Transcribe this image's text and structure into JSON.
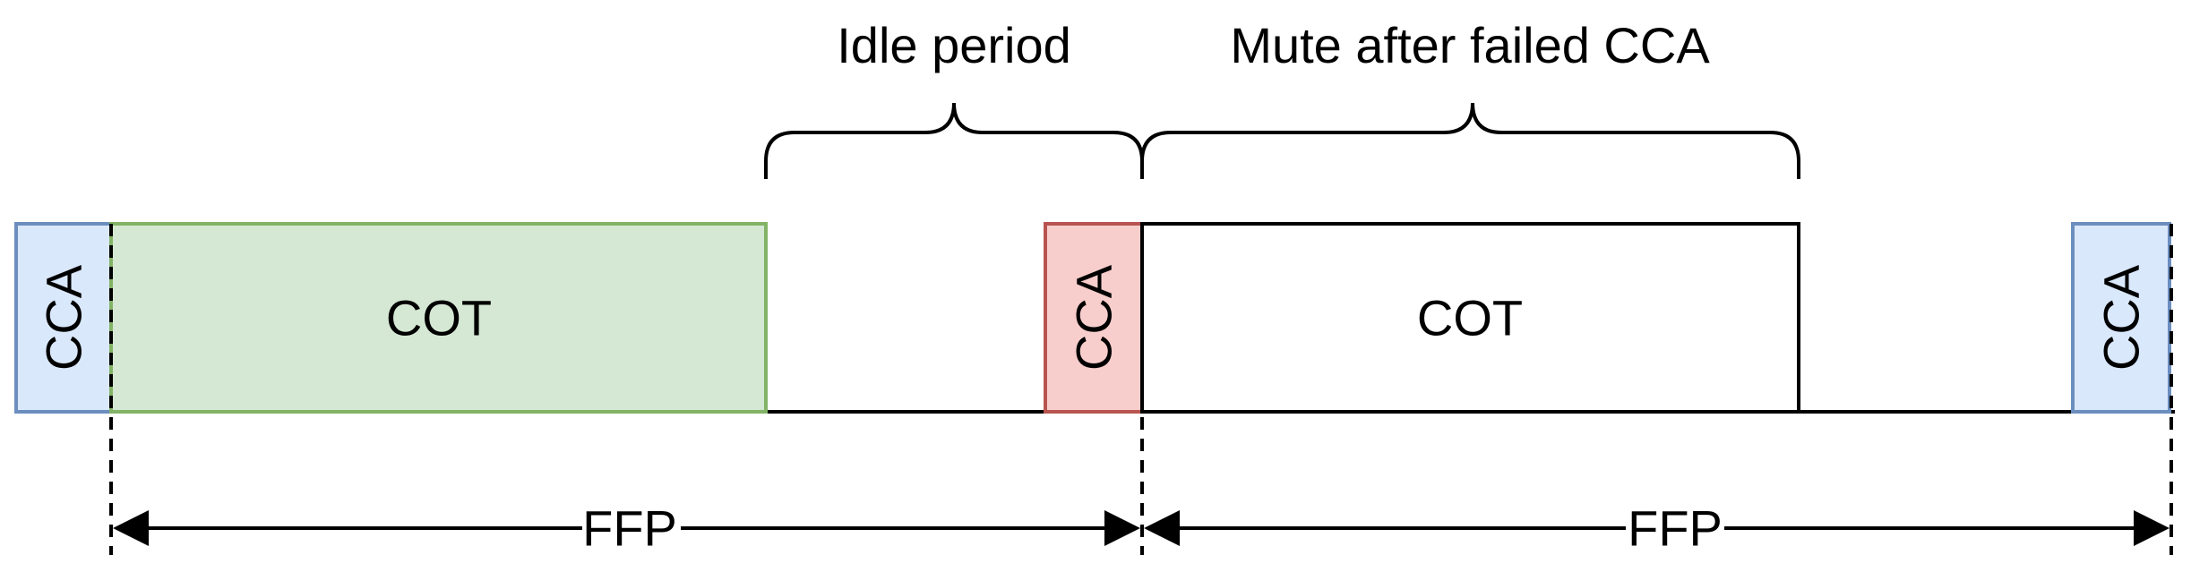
{
  "braces": {
    "idle_label": "Idle period",
    "mute_label": "Mute after failed CCA"
  },
  "blocks": {
    "cca_1": "CCA",
    "cot_1": "COT",
    "cca_2": "CCA",
    "cot_2": "COT",
    "cca_3": "CCA"
  },
  "periods": {
    "ffp_1": "FFP",
    "ffp_2": "FFP"
  },
  "colors": {
    "cca_ok_fill": "#dae8fc",
    "cca_ok_stroke": "#6c8ebf",
    "cca_fail_fill": "#f8cecc",
    "cca_fail_stroke": "#b85450",
    "cot_active_fill": "#d5e8d4",
    "cot_active_stroke": "#82b366",
    "cot_muted_fill": "#ffffff",
    "line": "#000000"
  }
}
